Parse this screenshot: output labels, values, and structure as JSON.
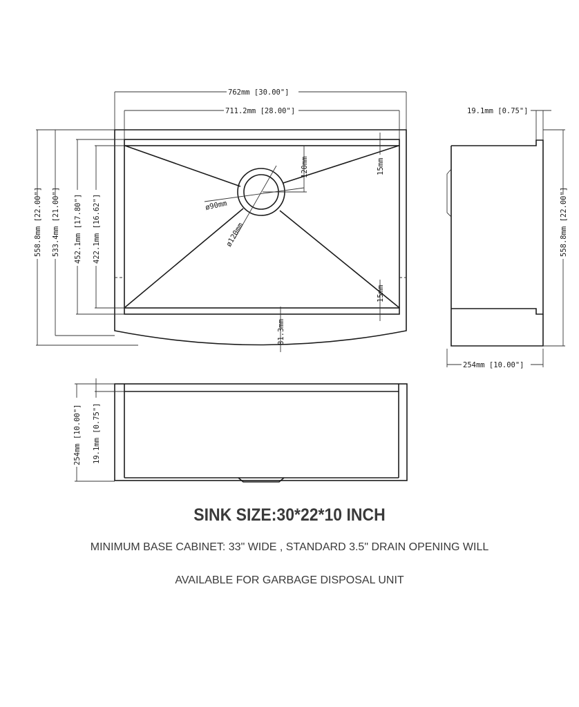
{
  "plan_view": {
    "overall_width": "762mm [30.00\"]",
    "bowl_width": "711.2mm [28.00\"]",
    "overall_depth": "558.8mm [22.00\"]",
    "depth_2": "533.4mm [21.00\"]",
    "bowl_depth_outer": "452.1mm [17.80\"]",
    "bowl_depth_inner": "422.1mm [16.62\"]",
    "drain_offset": "120mm",
    "drain_inner_dia": "ø90mm",
    "drain_outer_dia": "ø120mm",
    "corner_top": "15mm",
    "corner_bottom": "15mm",
    "apron_depth": "81.3mm"
  },
  "side_view": {
    "flange": "19.1mm [0.75\"]",
    "overall_depth": "558.8mm [22.00\"]",
    "height": "254mm [10.00\"]"
  },
  "front_view": {
    "height": "254mm [10.00\"]",
    "flange": "19.1mm [0.75\"]"
  },
  "captions": {
    "title": "SINK SIZE:30*22*10 INCH",
    "line1": "MINIMUM BASE CABINET: 33\" WIDE , STANDARD 3.5\" DRAIN OPENING WILL",
    "line2": "AVAILABLE FOR GARBAGE DISPOSAL UNIT"
  }
}
